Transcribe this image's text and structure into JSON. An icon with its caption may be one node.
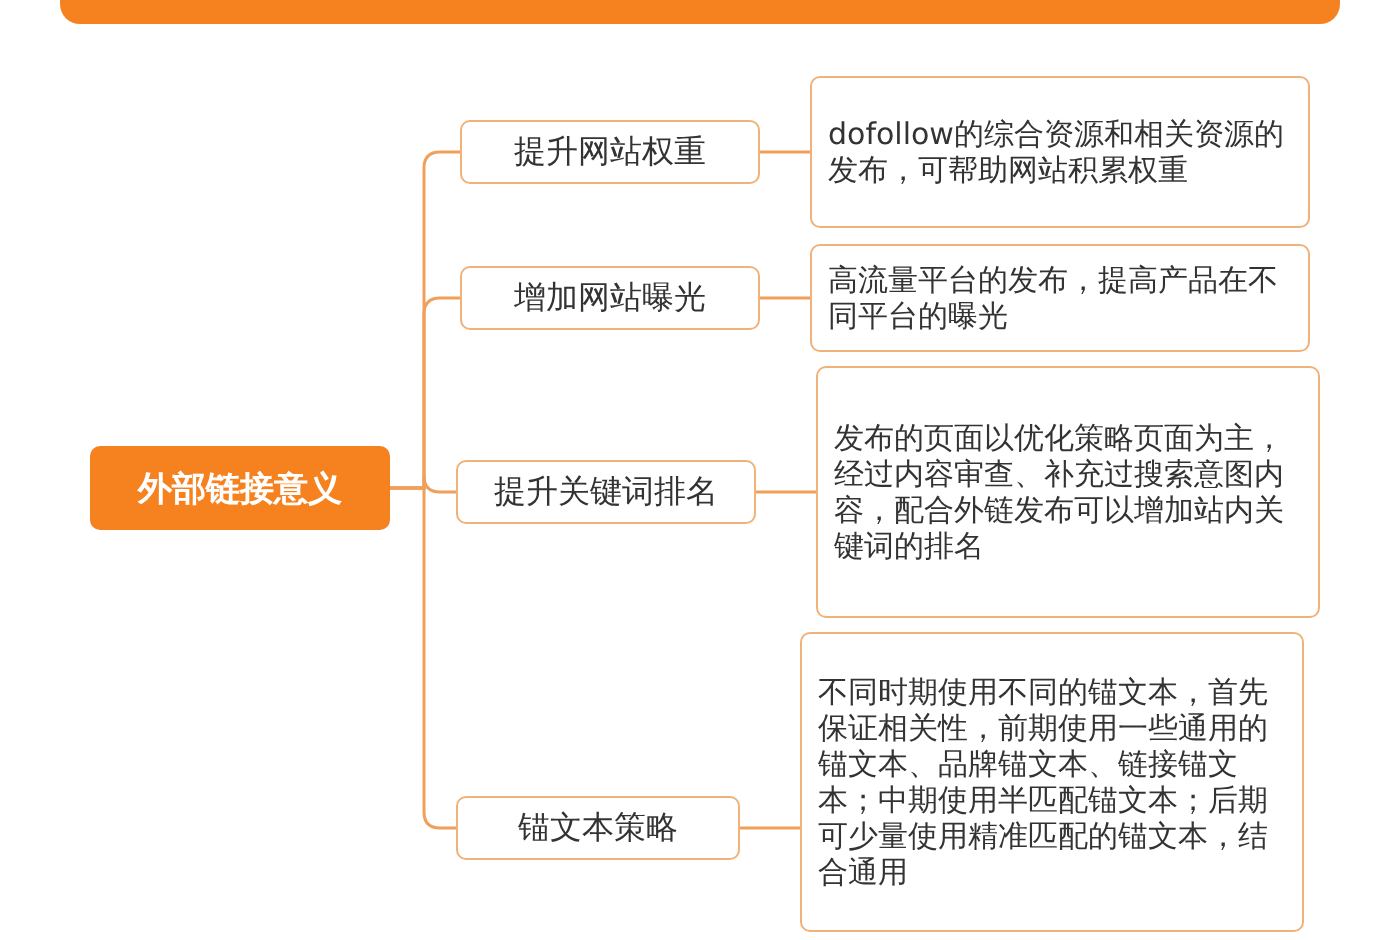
{
  "diagram": {
    "nodes": [
      {
        "text": [
          "外部链接意义"
        ]
      },
      {
        "text": [
          "提升网站权重"
        ]
      },
      {
        "text": [
          "dofollow的综合资源和相关资源的发布，可帮助网站积累权重"
        ]
      },
      {
        "text": [
          "增加网站曝光"
        ]
      },
      {
        "text": [
          "高流量平台的发布，提高产品在不同平台的曝光"
        ]
      },
      {
        "text": [
          "提升关键词排名"
        ]
      },
      {
        "text": [
          "发布的页面以优化策略页面为主，经过内容审查、补充过搜索意图内容，配合外链发布可以增加站内关键词的排名"
        ]
      },
      {
        "text": [
          "锚文本策略"
        ]
      },
      {
        "text": [
          "不同时期使用不同的锚文本，首先保证相关性，前期使用一些通用的锚文本、品牌锚文本、链接锚文本；中期使用半匹配锚文本；后期可少量使用精准匹配的锚文本，结合通用"
        ]
      }
    ],
    "edges": [
      {
        "from": 0,
        "to": 1,
        "arrow": "none"
      },
      {
        "from": 0,
        "to": 3,
        "arrow": "none"
      },
      {
        "from": 0,
        "to": 5,
        "arrow": "none"
      },
      {
        "from": 0,
        "to": 7,
        "arrow": "none"
      },
      {
        "from": 1,
        "to": 2,
        "arrow": "none"
      },
      {
        "from": 3,
        "to": 4,
        "arrow": "none"
      },
      {
        "from": 5,
        "to": 6,
        "arrow": "none"
      },
      {
        "from": 7,
        "to": 8,
        "arrow": "none"
      }
    ]
  }
}
